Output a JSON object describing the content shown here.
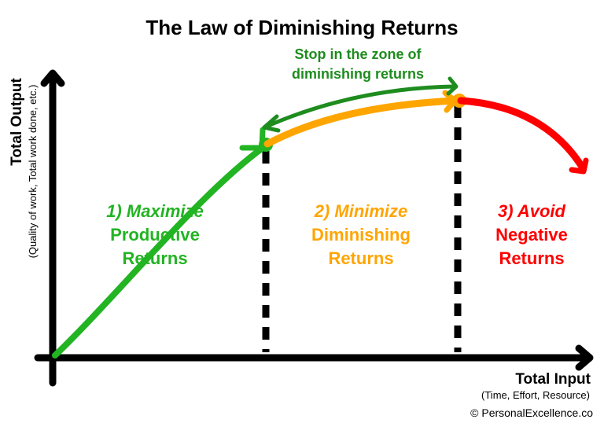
{
  "title": "The Law of Diminishing Returns",
  "annotation": {
    "line1": "Stop in the zone of",
    "line2": "diminishing returns"
  },
  "y_axis": {
    "label": "Total Output",
    "sublabel": "(Quality of work, Total work done, etc.)"
  },
  "x_axis": {
    "label": "Total Input",
    "sublabel": "(Time, Effort, Resource)"
  },
  "zones": [
    {
      "heading": "1) Maximize",
      "line2": "Productive",
      "line3": "Returns",
      "color": "#22b422"
    },
    {
      "heading": "2) Minimize",
      "line2": "Diminishing",
      "line3": "Returns",
      "color": "#ffa500"
    },
    {
      "heading": "3) Avoid",
      "line2": "Negative",
      "line3": "Returns",
      "color": "#ff0000"
    }
  ],
  "annotation_color": "#1e8c1e",
  "credit": "© PersonalExcellence.co"
}
